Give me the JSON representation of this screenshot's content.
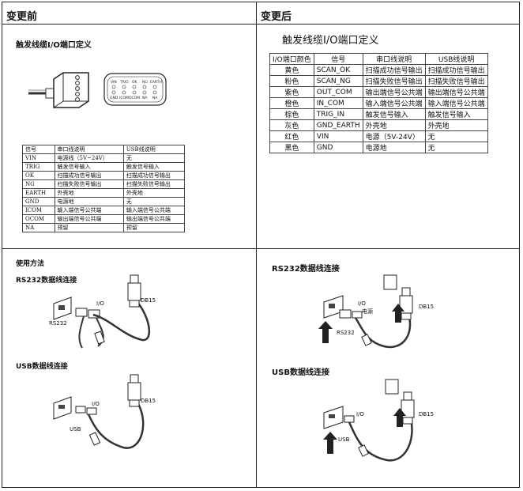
{
  "headers": {
    "before": "变更前",
    "after": "变更后"
  },
  "left_top": {
    "title": "触发线缆I/O端口定义",
    "pin_top": [
      "VIN",
      "TRIG",
      "OK",
      "NG",
      "EARTH"
    ],
    "pin_bottom": [
      "GND",
      "ICOM",
      "OCOM",
      "NA",
      "NA"
    ],
    "table_rows": [
      [
        "信号",
        "串口线说明",
        "USB线说明"
      ],
      [
        "VIN",
        "电源线（5V~24V）",
        "无"
      ],
      [
        "TRIG",
        "触发信号输入",
        "触发信号输入"
      ],
      [
        "OK",
        "扫描成功信号输出",
        "扫描成功信号输出"
      ],
      [
        "NG",
        "扫描失败信号输出",
        "扫描失败信号输出"
      ],
      [
        "EARTH",
        "外壳地",
        "外壳地"
      ],
      [
        "GND",
        "电源地",
        "无"
      ],
      [
        "ICOM",
        "输入端信号公共端",
        "输入端信号公共端"
      ],
      [
        "OCOM",
        "输出端信号公共端",
        "输出端信号公共端"
      ],
      [
        "NA",
        "预留",
        "预留"
      ]
    ]
  },
  "right_top": {
    "title": "触发线缆I/O端口定义",
    "table_rows": [
      [
        "I/O端口颜色",
        "信号",
        "串口线说明",
        "USB线说明"
      ],
      [
        "黄色",
        "SCAN_OK",
        "扫描成功信号输出",
        "扫描成功信号输出"
      ],
      [
        "粉色",
        "SCAN_NG",
        "扫描失败信号输出",
        "扫描失败信号输出"
      ],
      [
        "紫色",
        "OUT_COM",
        "输出端信号公共端",
        "输出端信号公共端"
      ],
      [
        "橙色",
        "IN_COM",
        "输入端信号公共端",
        "输入端信号公共端"
      ],
      [
        "棕色",
        "TRIG_IN",
        "触发信号输入",
        "触发信号输入"
      ],
      [
        "灰色",
        "GND_EARTH",
        "外壳地",
        "外壳地"
      ],
      [
        "红色",
        "VIN",
        "电源（5V-24V）",
        "无"
      ],
      [
        "黑色",
        "GND",
        "电源地",
        "无"
      ]
    ]
  },
  "left_bottom": {
    "usage_title": "使用方法",
    "rs232_title": "RS232数据线连接",
    "usb_title": "USB数据线连接",
    "rs232_labels": {
      "io": "I/O",
      "db15": "DB15",
      "port": "RS232"
    },
    "usb_labels": {
      "io": "I/O",
      "db15": "DB15",
      "port": "USB"
    }
  },
  "right_bottom": {
    "rs232_title": "RS232数据线连接",
    "usb_title": "USB数据线连接",
    "rs232_labels": {
      "io": "I/O",
      "power": "电源",
      "db15": "DB15",
      "port": "RS232"
    },
    "usb_labels": {
      "io": "I/O",
      "db15": "DB15",
      "port": "USB"
    }
  }
}
